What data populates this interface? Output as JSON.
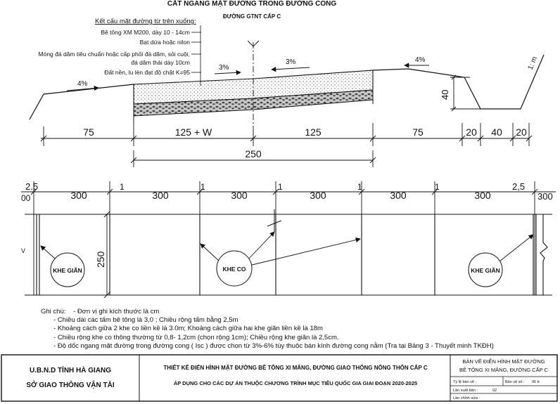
{
  "section": {
    "top_title": "CẮT NGANG MẶT ĐƯỜNG TRONG ĐƯỜNG CONG",
    "road_grade": "ĐƯỜNG GTNT CẤP C",
    "structure_heading": "Kết cấu mặt đường từ trên xuống:",
    "layers": [
      "Bê tông XM M200, dày 10 - 14cm",
      "Bạt dứa hoặc nilon",
      "Móng đá dăm tiêu chuẩn hoặc cấp phối đá dăm, sỏi cuội,",
      "đá dăm thải dày 10cm",
      "Đất nền, lu lèn đạt độ chặt K=95"
    ],
    "slopes": [
      "4%",
      "3%",
      "3%",
      "4%"
    ],
    "side_slope": "1: m",
    "ditch_depth": "40",
    "dims_row1": [
      "75",
      "125 + W",
      "125",
      "75",
      "20",
      "40",
      "20"
    ],
    "dims_total": "250"
  },
  "plan": {
    "edge_dims": [
      "2.5",
      "2,5"
    ],
    "slab_lengths": [
      "300",
      "300",
      "300",
      "300",
      "300",
      "300"
    ],
    "joint_gaps": [
      "1",
      "1",
      "1",
      "1",
      "1"
    ],
    "partial_left": "00",
    "partial_right": "300",
    "slab_width": "250",
    "expansion_joint": "KHE GIÃN",
    "contraction_joint": "KHE CO",
    "marker": "V"
  },
  "notes": {
    "label": "Ghi chú:",
    "items": [
      "Đơn vị ghi kích thước là cm",
      "Chiều dài các tấm bê tông là 3,0 ; Chiều rộng tấm bằng 2,5m",
      "Khoảng cách giữa 2 khe co liền kề là 3.0m; Khoảng cách giữa hai khe giãn liền kề là 18m",
      "Chiều rộng khe co thông thường từ 0,8- 1,2cm (chọn rộng 1cm); Chiều rộng khe giãn là 2,5cm.",
      "Độ dốc ngang mặt đường trong đường cong ( Isc ) được chọn từ 3%-6% tùy thuộc bán kính đường cong nằm (Tra tại Bảng 3 - Thuyết minh TKĐH)"
    ]
  },
  "title_block": {
    "org_line1": "U.B.N.D TỈNH HÀ GIANG",
    "org_line2": "SỞ GIAO THÔNG VẬN TẢI",
    "project_line1": "THIẾT KẾ ĐIỂN HÌNH MẶT ĐƯỜNG BÊ TÔNG XI MĂNG, ĐƯỜNG GIAO THÔNG NÔNG THÔN CẤP C",
    "project_line2": "ÁP DỤNG CHO CÁC DỰ ÁN THUỘC CHƯƠNG TRÌNH MỤC TIÊU QUỐC GIA GIAI ĐOẠN 2020-2025",
    "drawing_title1": "BẢN VẼ ĐIỂN HÌNH MẶT ĐƯỜNG",
    "drawing_title2": "BÊ TÔNG XI MĂNG, ĐƯỜNG CẤP C",
    "scale_label": "Tỷ lệ bản vẽ :",
    "sheet_label": "Bản vẽ số :",
    "sheet_value": "06 b",
    "field_label1": "Lần xuất bản :",
    "field_value1": "02",
    "field_label2": "Lần chỉnh sửa :"
  }
}
